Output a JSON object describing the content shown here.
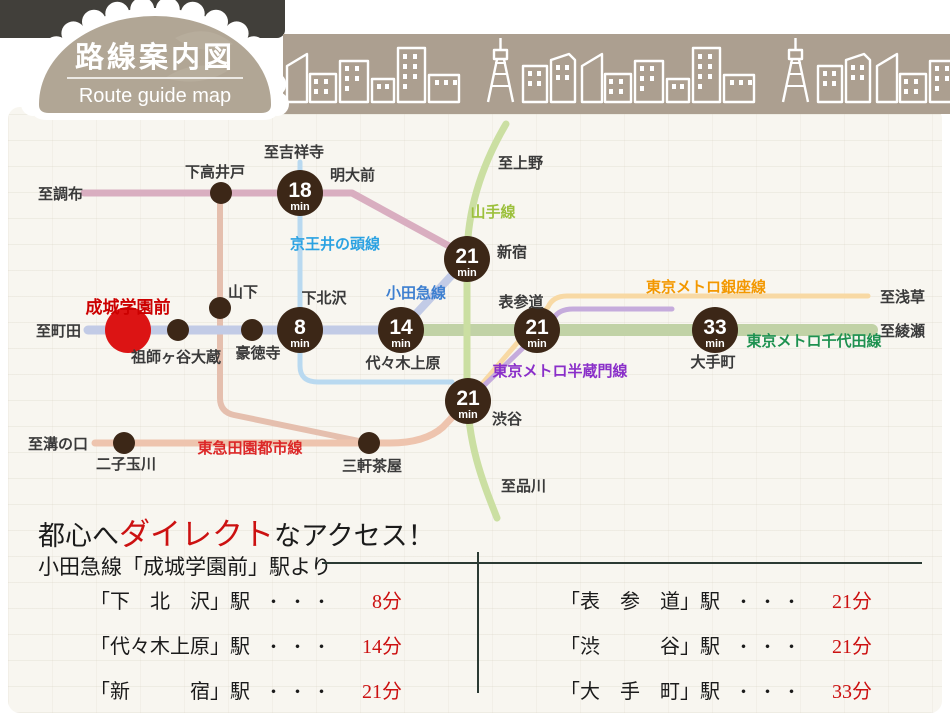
{
  "header": {
    "badge": {
      "title": "路線案内図",
      "subtitle": "Route guide map"
    }
  },
  "map": {
    "colors": {
      "station_dot": "#3c2717",
      "seijo_marker": "#dc1414",
      "seijo_label": "#cc0000",
      "label": "#3a3a3a"
    },
    "lines": {
      "keio": {
        "stroke": "#d9aec0"
      },
      "setagaya": {
        "stroke": "#e5bfae"
      },
      "inokashira": {
        "label": "京王井の頭線",
        "color": "#2ba2e2",
        "stroke": "#b9d9f0"
      },
      "odakyu": {
        "label": "小田急線",
        "color": "#3d7fd0",
        "stroke": "#c2cbe6"
      },
      "yamanote": {
        "label": "山手線",
        "color": "#9cc03c",
        "stroke": "#cbdfa2"
      },
      "chiyoda": {
        "label": "東京メトロ千代田線",
        "color": "#1e9150",
        "stroke": "#c1d2a6"
      },
      "ginza": {
        "label": "東京メトロ銀座線",
        "color": "#f39800",
        "stroke": "#f8d9a4"
      },
      "hanzomon": {
        "label": "東京メトロ半蔵門線",
        "color": "#8a2fc9",
        "stroke": "#c5abdc"
      },
      "denentoshi": {
        "label": "東急田園都市線",
        "color": "#dc2828",
        "stroke": "#eec4ae"
      }
    },
    "stations": {
      "chofu": "至調布",
      "shimotakaido": "下高井戸",
      "kichijoji": "至吉祥寺",
      "meidaimae": "明大前",
      "ueno": "至上野",
      "shinjuku": "新宿",
      "machida": "至町田",
      "seijogakuenmae": "成城学園前",
      "soshigayaokura": "祖師ヶ谷大蔵",
      "yamashita": "山下",
      "gotokuji": "豪徳寺",
      "shimokitazawa": "下北沢",
      "yoyogiuehara": "代々木上原",
      "omotesando": "表参道",
      "asakusa": "至浅草",
      "ayase": "至綾瀬",
      "otemachi": "大手町",
      "shibuya": "渋谷",
      "shinagawa": "至品川",
      "mizonokuchi": "至溝の口",
      "futakotamagawa": "二子玉川",
      "sangenjaya": "三軒茶屋"
    },
    "times": {
      "meidaimae": {
        "value": "18",
        "unit": "min"
      },
      "shinjuku": {
        "value": "21",
        "unit": "min"
      },
      "shimokitazawa": {
        "value": "8",
        "unit": "min"
      },
      "yoyogiuehara": {
        "value": "14",
        "unit": "min"
      },
      "omotesando": {
        "value": "21",
        "unit": "min"
      },
      "otemachi": {
        "value": "33",
        "unit": "min"
      },
      "shibuya": {
        "value": "21",
        "unit": "min"
      }
    }
  },
  "access": {
    "title_pre": "都心へ",
    "title_highlight": "ダイレクト",
    "title_post": "なアクセス！",
    "subtitle": "小田急線「成城学園前」駅より",
    "left_rows": [
      {
        "station": "「下　北　沢」駅",
        "dots": "・・・",
        "time": "8分"
      },
      {
        "station": "「代々木上原」駅",
        "dots": "・・・",
        "time": "14分"
      },
      {
        "station": "「新　　　宿」駅",
        "dots": "・・・",
        "time": "21分"
      }
    ],
    "right_rows": [
      {
        "station": "「表　参　道」駅",
        "dots": "・・・",
        "time": "21分"
      },
      {
        "station": "「渋　　　谷」駅",
        "dots": "・・・",
        "time": "21分"
      },
      {
        "station": "「大　手　町」駅",
        "dots": "・・・",
        "time": "33分"
      }
    ]
  }
}
